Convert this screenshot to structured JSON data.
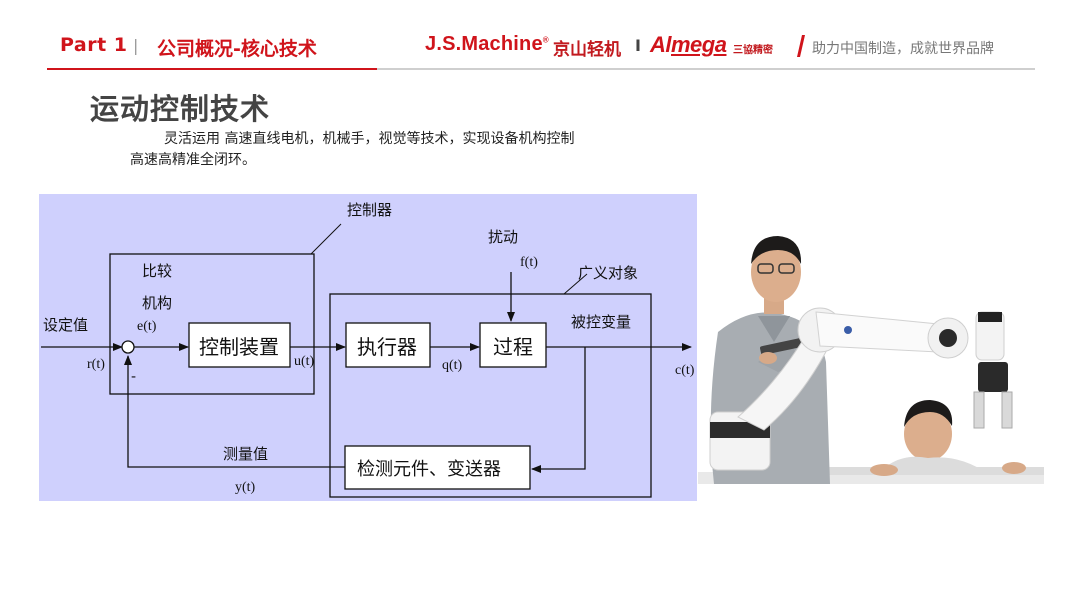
{
  "header": {
    "part": "Part 1",
    "separator": "|",
    "section_title": "公司概况-核心技术",
    "brand1_latin": "J.S.Machine",
    "brand1_reg": "®",
    "brand1_cn": "京山轻机",
    "brand_separator": "I",
    "brand2_al": "Al",
    "brand2_mega": "mega",
    "brand2_cn": "三協精密",
    "slogan": "助力中国制造，成就世界品牌"
  },
  "page": {
    "title": "运动控制技术",
    "description_line1": "灵活运用 高速直线电机，机械手，视觉等技术，实现设备机构控制",
    "description_line2": "高速高精准全闭环。"
  },
  "diagram": {
    "controller": "控制器",
    "compare1": "比较",
    "compare2": "机构",
    "setpoint": "设定值",
    "r": "r(t)",
    "e": "e(t)",
    "minus": "-",
    "control_device": "控制装置",
    "u": "u(t)",
    "actuator": "执行器",
    "q": "q(t)",
    "disturbance": "扰动",
    "f": "f(t)",
    "generalized_object": "广义对象",
    "process": "过程",
    "controlled_variable": "被控变量",
    "c": "c(t)",
    "measurement": "测量值",
    "y": "y(t)",
    "sensor": "检测元件、变送器"
  },
  "colors": {
    "brand_red": "#d0141b",
    "diagram_bg": "#cfd0fd"
  }
}
